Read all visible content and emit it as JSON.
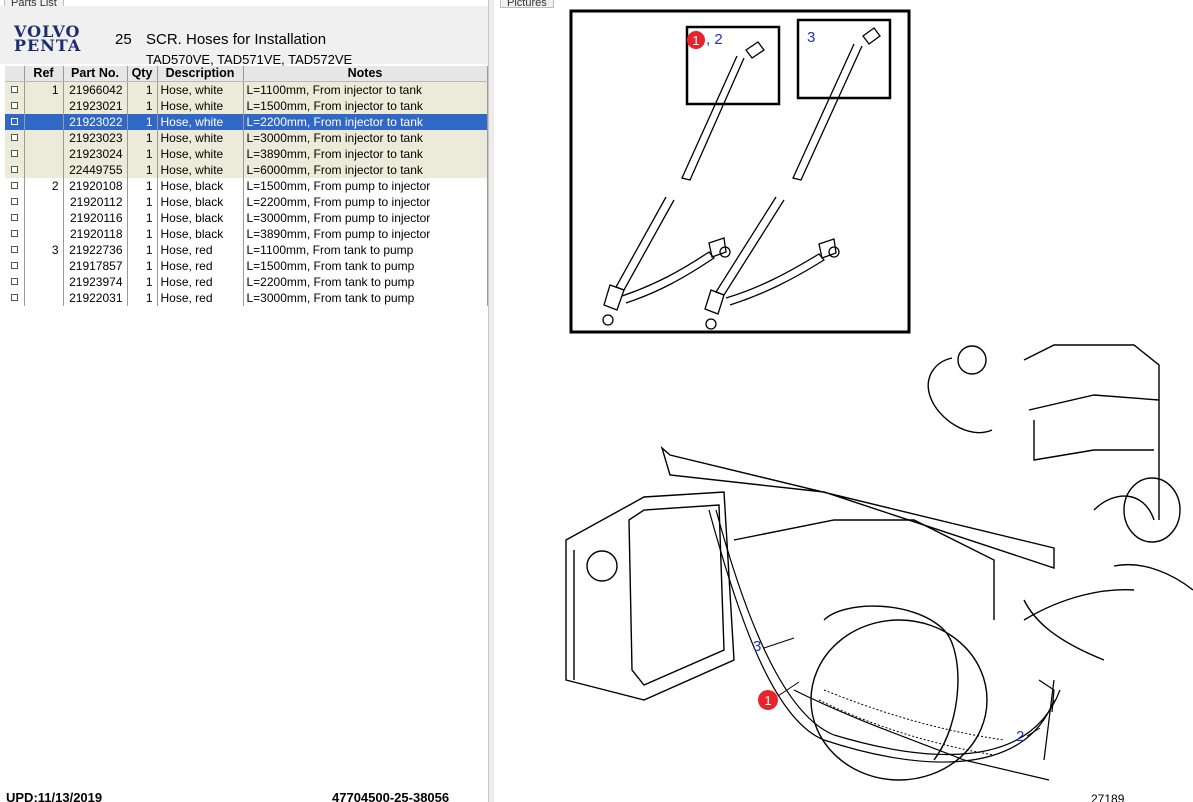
{
  "window": {
    "left_tab_title": "Parts List",
    "right_tab_title": "Pictures"
  },
  "header": {
    "brand_line1": "VOLVO",
    "brand_line2": "PENTA",
    "group_number": "25",
    "group_title": "SCR. Hoses for Installation",
    "models": "TAD570VE, TAD571VE, TAD572VE"
  },
  "table": {
    "columns": [
      "Ref",
      "Part No.",
      "Qty",
      "Description",
      "Notes"
    ],
    "rows": [
      {
        "ref": "1",
        "part_no": "21966042",
        "qty": "1",
        "description": "Hose, white",
        "notes": "L=1100mm, From injector to tank",
        "state": "shaded"
      },
      {
        "ref": "",
        "part_no": "21923021",
        "qty": "1",
        "description": "Hose, white",
        "notes": "L=1500mm, From injector to tank",
        "state": "shaded"
      },
      {
        "ref": "",
        "part_no": "21923022",
        "qty": "1",
        "description": "Hose, white",
        "notes": "L=2200mm, From injector to tank",
        "state": "selected"
      },
      {
        "ref": "",
        "part_no": "21923023",
        "qty": "1",
        "description": "Hose, white",
        "notes": "L=3000mm, From injector to tank",
        "state": "shaded"
      },
      {
        "ref": "",
        "part_no": "21923024",
        "qty": "1",
        "description": "Hose, white",
        "notes": "L=3890mm, From injector to tank",
        "state": "shaded"
      },
      {
        "ref": "",
        "part_no": "22449755",
        "qty": "1",
        "description": "Hose, white",
        "notes": "L=6000mm, From injector to tank",
        "state": "shaded"
      },
      {
        "ref": "2",
        "part_no": "21920108",
        "qty": "1",
        "description": "Hose, black",
        "notes": "L=1500mm, From pump to injector",
        "state": "normal"
      },
      {
        "ref": "",
        "part_no": "21920112",
        "qty": "1",
        "description": "Hose, black",
        "notes": "L=2200mm, From pump to injector",
        "state": "normal"
      },
      {
        "ref": "",
        "part_no": "21920116",
        "qty": "1",
        "description": "Hose, black",
        "notes": "L=3000mm, From pump to injector",
        "state": "normal"
      },
      {
        "ref": "",
        "part_no": "21920118",
        "qty": "1",
        "description": "Hose, black",
        "notes": "L=3890mm, From pump to injector",
        "state": "normal"
      },
      {
        "ref": "3",
        "part_no": "21922736",
        "qty": "1",
        "description": "Hose, red",
        "notes": "L=1100mm, From tank to pump",
        "state": "normal"
      },
      {
        "ref": "",
        "part_no": "21917857",
        "qty": "1",
        "description": "Hose, red",
        "notes": "L=1500mm, From tank to pump",
        "state": "normal"
      },
      {
        "ref": "",
        "part_no": "21923974",
        "qty": "1",
        "description": "Hose, red",
        "notes": "L=2200mm, From tank to pump",
        "state": "normal"
      },
      {
        "ref": "",
        "part_no": "21922031",
        "qty": "1",
        "description": "Hose, red",
        "notes": "L=3000mm, From tank to pump",
        "state": "normal"
      }
    ]
  },
  "footer": {
    "updated": "UPD:11/13/2019",
    "doc_id": "47704500-25-38056"
  },
  "picture": {
    "inset_callout_a": ", 2",
    "inset_callout_a_badge": "1",
    "inset_callout_b": "3",
    "callout_3": "3",
    "callout_1_badge": "1",
    "callout_2": "2",
    "drawing_number": "27189",
    "badge_color": "#e8242b",
    "callout_color": "#1f30c9"
  },
  "colors": {
    "selection": "#3168c5",
    "shaded_row": "#ecebd9",
    "brand": "#1a2e6f"
  }
}
